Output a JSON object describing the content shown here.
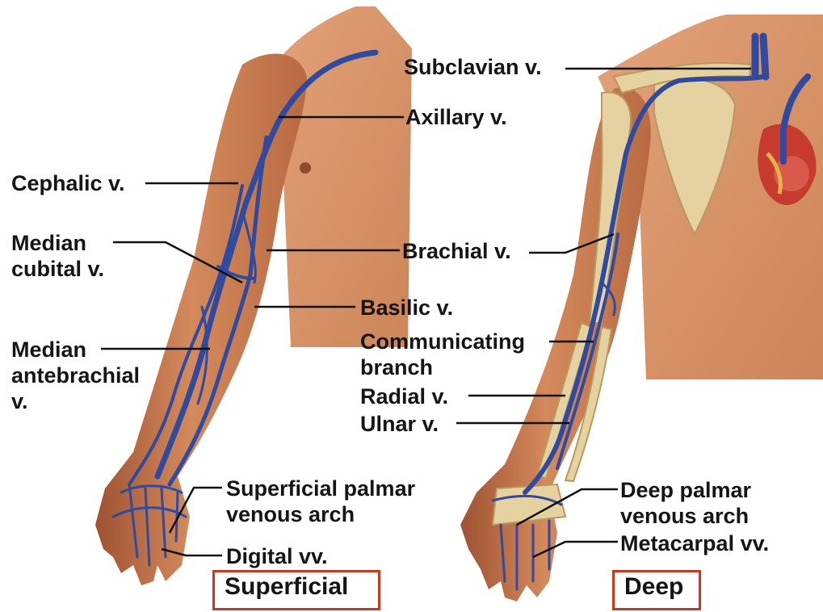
{
  "labels": {
    "cephalic": "Cephalic v.",
    "median_cubital_1": "Median",
    "median_cubital_2": "cubital v.",
    "median_antebrachial_1": "Median",
    "median_antebrachial_2": "antebrachial",
    "median_antebrachial_3": "v.",
    "superficial_palmar_1": "Superficial palmar",
    "superficial_palmar_2": "venous arch",
    "digital": "Digital vv.",
    "subclavian": "Subclavian v.",
    "axillary": "Axillary v.",
    "brachial": "Brachial v.",
    "basilic": "Basilic v.",
    "communicating_1": "Communicating",
    "communicating_2": "branch",
    "radial": "Radial v.",
    "ulnar": "Ulnar v.",
    "deep_palmar_1": "Deep palmar",
    "deep_palmar_2": "venous arch",
    "metacarpal": "Metacarpal vv."
  },
  "panels": {
    "superficial": "Superficial",
    "deep": "Deep"
  },
  "colors": {
    "skin": "#c97a4e",
    "skin_dark": "#a8593a",
    "vein": "#2f4a9e",
    "bone": "#e6d2a0",
    "heart": "#c73b2e",
    "box_border": "#c8371e"
  }
}
